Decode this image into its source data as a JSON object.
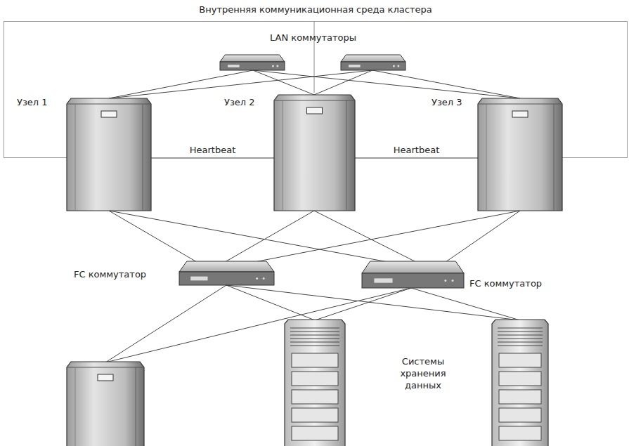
{
  "diagram": {
    "nodes": [
      {
        "text": [
          "Внутренняя коммуникационная среда кластера"
        ]
      },
      {
        "text": [
          "LAN коммутаторы"
        ]
      },
      {
        "text": [
          "Узел 1"
        ]
      },
      {
        "text": [
          "Узел 2"
        ]
      },
      {
        "text": [
          "Узел 3"
        ]
      },
      {
        "text": [
          "FC коммутатор"
        ]
      },
      {
        "text": [
          "FC коммутатор"
        ]
      },
      {
        "text": [
          "Системы хранения данных"
        ]
      }
    ],
    "edges": [
      {
        "from": 1,
        "to": 2,
        "arrow": "none"
      },
      {
        "from": 1,
        "to": 3,
        "arrow": "none"
      },
      {
        "from": 1,
        "to": 4,
        "arrow": "none"
      },
      {
        "from": 2,
        "to": 3,
        "label": "Heartbeat",
        "arrow": "none"
      },
      {
        "from": 3,
        "to": 4,
        "label": "Heartbeat",
        "arrow": "none"
      },
      {
        "from": 2,
        "to": 5,
        "arrow": "none"
      },
      {
        "from": 2,
        "to": 6,
        "arrow": "none"
      },
      {
        "from": 3,
        "to": 5,
        "arrow": "none"
      },
      {
        "from": 3,
        "to": 6,
        "arrow": "none"
      },
      {
        "from": 4,
        "to": 5,
        "arrow": "none"
      },
      {
        "from": 4,
        "to": 6,
        "arrow": "none"
      },
      {
        "from": 5,
        "to": 7,
        "arrow": "none"
      },
      {
        "from": 6,
        "to": 7,
        "arrow": "none"
      }
    ]
  }
}
